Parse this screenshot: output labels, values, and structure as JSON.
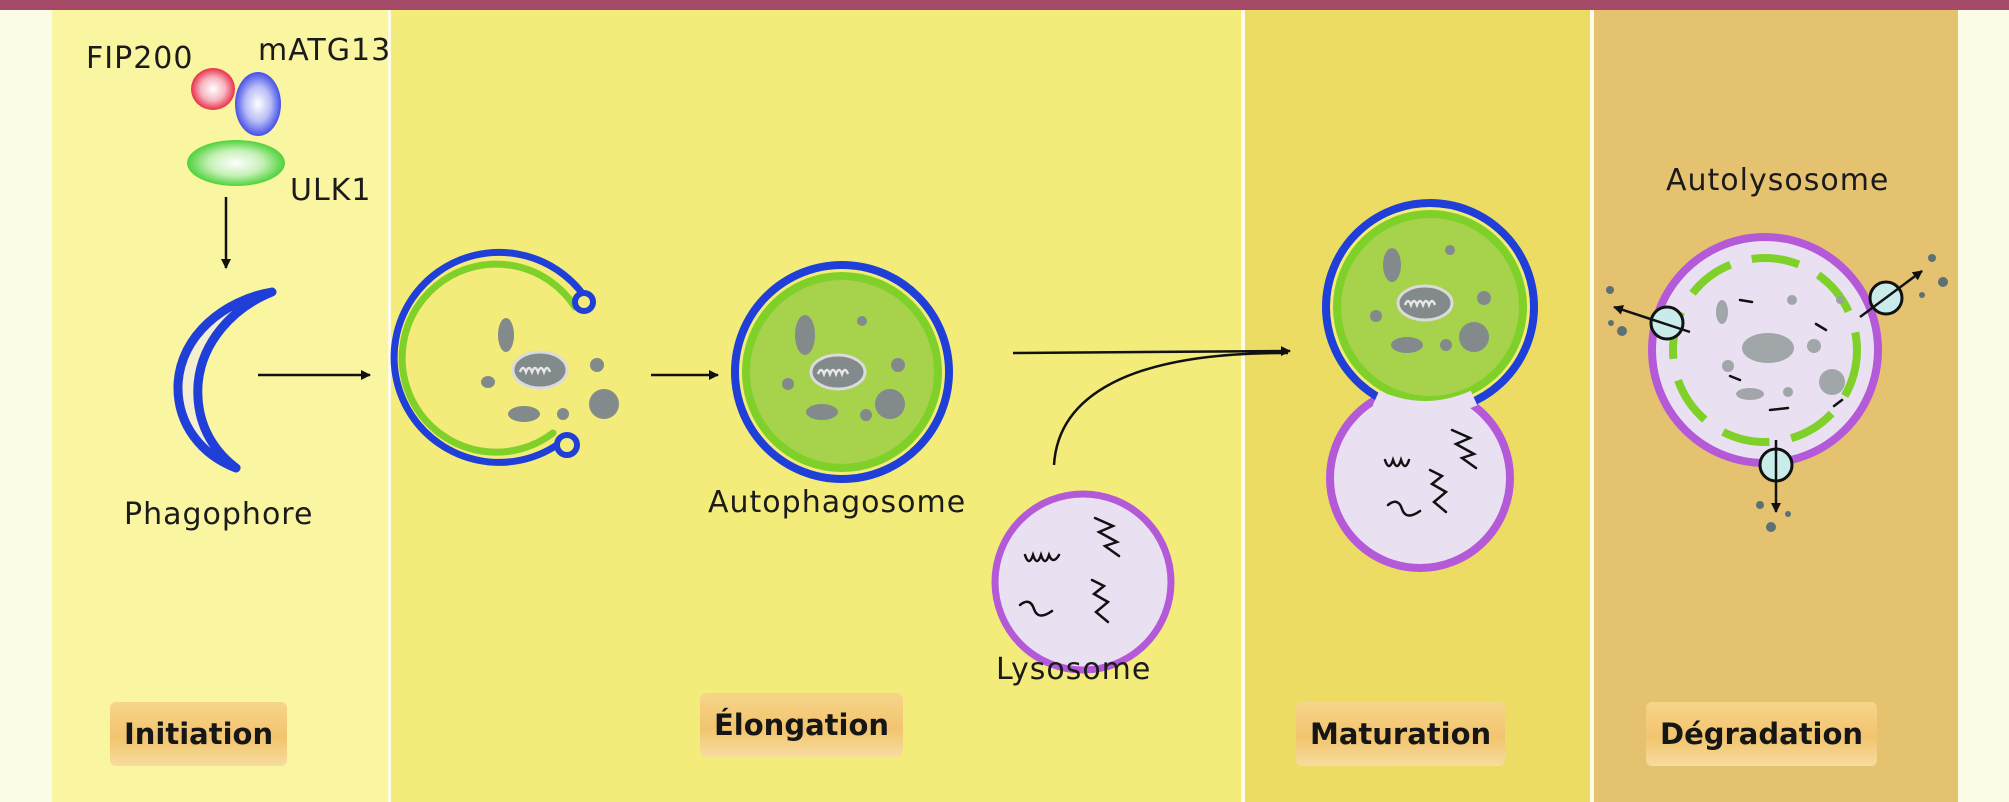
{
  "labels": {
    "fip200": "FIP200",
    "matg13": "mATG13",
    "ulk1": "ULK1",
    "phagophore": "Phagophore",
    "autophagosome": "Autophagosome",
    "lysosome": "Lysosome",
    "autolysosome": "Autolysosome"
  },
  "stages": {
    "initiation": "Initiation",
    "elongation": "Élongation",
    "maturation": "Maturation",
    "degradation": "Dégradation"
  },
  "colors": {
    "membrane_blue": "#1f3fd8",
    "membrane_green": "#7fd028",
    "lysosome_purple": "#b45ad8",
    "lumen_green": "#a6d24c",
    "lumen_lilac": "#e9e0f2",
    "cargo_gray": "#838a8c",
    "fip200_red": "#e8304a",
    "matg13_blue": "#4650e6",
    "ulk1_green": "#4ed23a"
  }
}
